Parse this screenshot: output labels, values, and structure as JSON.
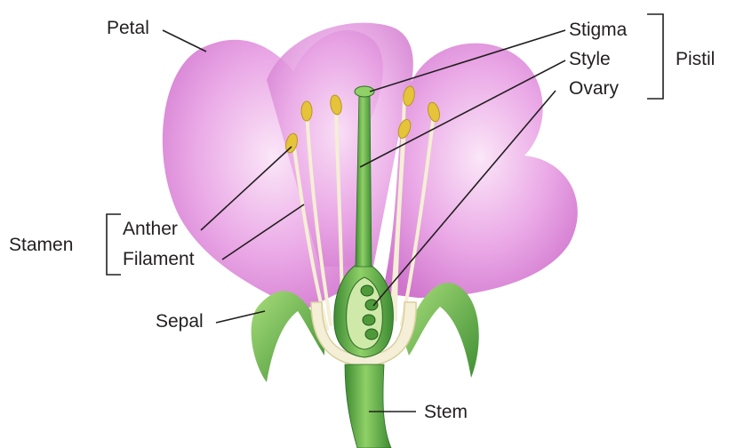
{
  "labels": {
    "petal": "Petal",
    "stigma": "Stigma",
    "style": "Style",
    "ovary": "Ovary",
    "pistil": "Pistil",
    "anther": "Anther",
    "filament": "Filament",
    "stamen": "Stamen",
    "sepal": "Sepal",
    "stem": "Stem"
  },
  "colors": {
    "petal_light": "#f3c6ef",
    "petal_mid": "#e39ae0",
    "petal_dark": "#c86bc6",
    "green_light": "#9ad56a",
    "green_mid": "#5fb043",
    "green_dark": "#3e8b33",
    "anther": "#e6c43a",
    "filament": "#f4efd6"
  }
}
